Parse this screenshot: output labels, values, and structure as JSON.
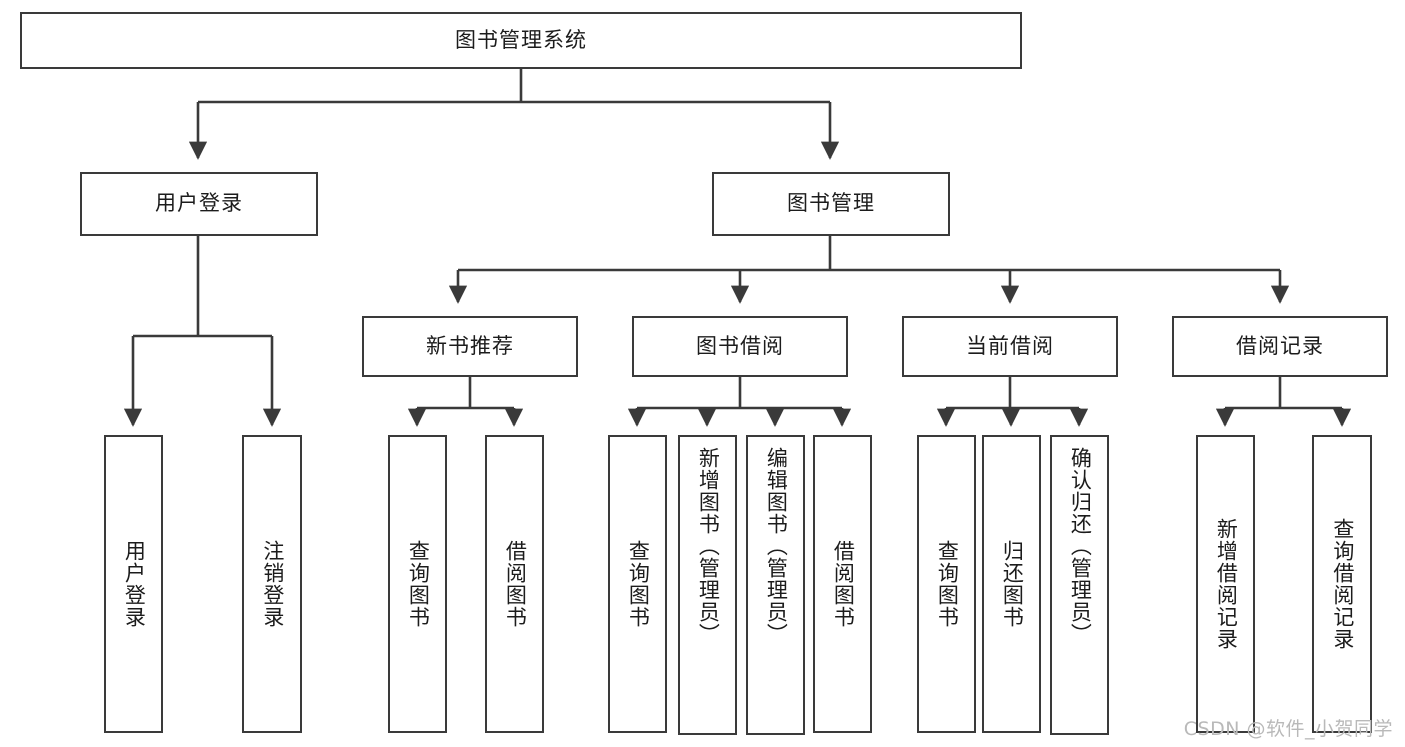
{
  "diagram": {
    "title": "图书管理系统",
    "type": "tree",
    "orientation": "top-down",
    "colors": {
      "box_border": "#3a3a3a",
      "box_fill": "#ffffff",
      "edge": "#3a3a3a",
      "text": "#1c1c1c",
      "watermark": "#b9b9b9"
    },
    "root": {
      "id": "root",
      "label": "图书管理系统"
    },
    "level2": [
      {
        "id": "user-login",
        "label": "用户登录"
      },
      {
        "id": "book-manage",
        "label": "图书管理"
      }
    ],
    "level3": [
      {
        "id": "new-book-recommend",
        "label": "新书推荐",
        "parent": "book-manage"
      },
      {
        "id": "book-borrow",
        "label": "图书借阅",
        "parent": "book-manage"
      },
      {
        "id": "current-borrow",
        "label": "当前借阅",
        "parent": "book-manage"
      },
      {
        "id": "borrow-record",
        "label": "借阅记录",
        "parent": "book-manage"
      }
    ],
    "leaves": {
      "user_login": [
        {
          "id": "leaf-user-login",
          "label": "用户登录"
        },
        {
          "id": "leaf-logout-login",
          "label": "注销登录"
        }
      ],
      "new_book_recommend": [
        {
          "id": "leaf-query-book-1",
          "label": "查询图书"
        },
        {
          "id": "leaf-borrow-book-1",
          "label": "借阅图书"
        }
      ],
      "book_borrow": [
        {
          "id": "leaf-query-book-2",
          "label": "查询图书"
        },
        {
          "id": "leaf-add-book-admin",
          "label": "新增图书（管理员）"
        },
        {
          "id": "leaf-edit-book-admin",
          "label": "编辑图书（管理员）"
        },
        {
          "id": "leaf-borrow-book-2",
          "label": "借阅图书"
        }
      ],
      "current_borrow": [
        {
          "id": "leaf-query-book-3",
          "label": "查询图书"
        },
        {
          "id": "leaf-return-book",
          "label": "归还图书"
        },
        {
          "id": "leaf-confirm-return-admin",
          "label": "确认归还（管理员）"
        }
      ],
      "borrow_record": [
        {
          "id": "leaf-add-borrow-record",
          "label": "新增借阅记录"
        },
        {
          "id": "leaf-query-borrow-record",
          "label": "查询借阅记录"
        }
      ]
    }
  },
  "watermark": {
    "text": "CSDN @软件_小贺同学"
  }
}
